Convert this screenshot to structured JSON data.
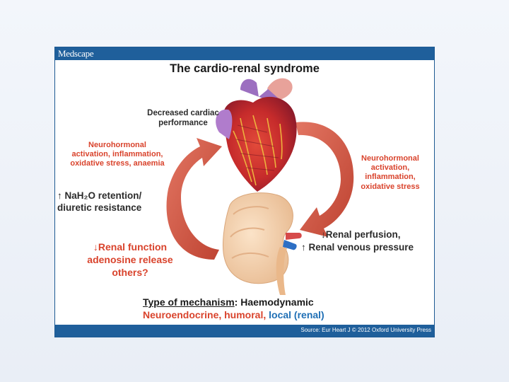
{
  "header": {
    "brand": "Medscape"
  },
  "title": "The cardio-renal syndrome",
  "labels": {
    "cardiac_performance": [
      "Decreased cardiac",
      "performance"
    ],
    "left_top": [
      "Neurohormonal",
      "activation, inflammation,",
      "oxidative stress, anaemia"
    ],
    "left_mid_1": "↑ NaH₂O retention/",
    "left_mid_2": "diuretic resistance",
    "left_bottom": [
      "↓Renal function",
      "adenosine release",
      "others?"
    ],
    "right_top": [
      "Neurohormonal",
      "activation,",
      "inflammation,",
      "oxidative stress"
    ],
    "right_bottom_1": "↓Renal perfusion,",
    "right_bottom_2": "↑ Renal venous pressure"
  },
  "mechanism": {
    "prefix": "Type of mechanism",
    "colon": ": ",
    "haemodynamic": "Haemodynamic",
    "neuro": "Neuroendocrine, humoral, ",
    "local": "local (renal)"
  },
  "footer": {
    "source": "Source: Eur Heart J © 2012 Oxford University Press"
  },
  "colors": {
    "bar": "#1f5f9b",
    "arrow": "#c8432c",
    "red_text": "#d9432c",
    "blue_text": "#1f6fb5"
  }
}
